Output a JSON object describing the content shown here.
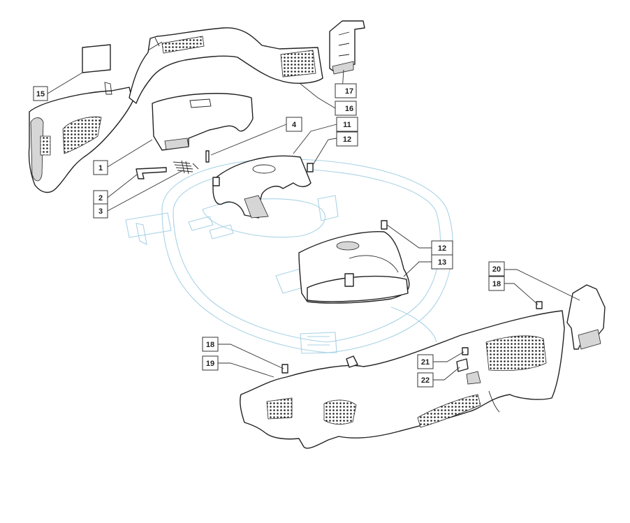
{
  "callouts": [
    {
      "id": "c15",
      "label": "15"
    },
    {
      "id": "c17",
      "label": "17"
    },
    {
      "id": "c16",
      "label": "16"
    },
    {
      "id": "c4",
      "label": "4"
    },
    {
      "id": "c11",
      "label": "11"
    },
    {
      "id": "c12a",
      "label": "12"
    },
    {
      "id": "c1",
      "label": "1"
    },
    {
      "id": "c2",
      "label": "2"
    },
    {
      "id": "c3",
      "label": "3"
    },
    {
      "id": "c12b",
      "label": "12"
    },
    {
      "id": "c13",
      "label": "13"
    },
    {
      "id": "c20",
      "label": "20"
    },
    {
      "id": "c18a",
      "label": "18"
    },
    {
      "id": "c18b",
      "label": "18"
    },
    {
      "id": "c19",
      "label": "19"
    },
    {
      "id": "c21",
      "label": "21"
    },
    {
      "id": "c22",
      "label": "22"
    }
  ]
}
